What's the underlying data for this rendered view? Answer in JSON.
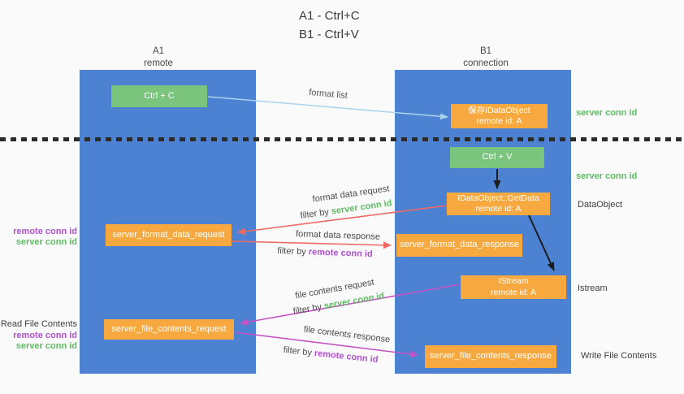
{
  "title": {
    "line1": "A1 - Ctrl+C",
    "line2": "B1 - Ctrl+V"
  },
  "lanes": {
    "left": {
      "name": "A1",
      "role": "remote"
    },
    "right": {
      "name": "B1",
      "role": "connection"
    }
  },
  "nodes": {
    "ctrl_c": {
      "label": "Ctrl + C"
    },
    "ctrl_v": {
      "label": "Ctrl + V"
    },
    "save_dataobject": {
      "line1": "保存IDataObject",
      "line2": "remote id: A"
    },
    "getdata": {
      "line1": "IDataObject::GetData",
      "line2": "remote id: A"
    },
    "istream": {
      "line1": "IStream",
      "line2": "remote id: A"
    },
    "server_format_data_request": {
      "label": "server_format_data_request"
    },
    "server_format_data_response": {
      "label": "server_format_data_response"
    },
    "server_file_contents_request": {
      "label": "server_file_contents_request"
    },
    "server_file_contents_response": {
      "label": "server_file_contents_response"
    }
  },
  "edge_labels": {
    "format_list": "format list",
    "format_data_request": "format data request",
    "format_data_response": "format data response",
    "file_contents_request": "file contents request",
    "file_contents_response": "file contents response",
    "filter_by": "filter by",
    "server_conn_id": "server conn id",
    "remote_conn_id": "remote conn id"
  },
  "annotations": {
    "server_conn_id_right_top": "server conn id",
    "server_conn_id_right_mid": "server conn id",
    "dataobject": "DataObject",
    "istream": "Istream",
    "write_file_contents": "Write File Contents",
    "read_file_contents": "Read File Contents",
    "remote_conn_id_left_format": "remote conn id",
    "server_conn_id_left_format": "server conn id",
    "remote_conn_id_left_file": "remote conn id",
    "server_conn_id_left_file": "server conn id"
  },
  "colors": {
    "background": "#fafafa",
    "lane_blue": "#4d82d2",
    "node_orange": "#f7a93f",
    "node_green": "#7ac47d",
    "text_green": "#5dbb63",
    "text_purple": "#b14fd0",
    "arrow_red": "#ed6a64",
    "arrow_magenta": "#c653c6",
    "arrow_lightblue": "#a8d3ee",
    "arrow_black": "#1c1c1c",
    "text_dark": "#3f3f3f"
  }
}
